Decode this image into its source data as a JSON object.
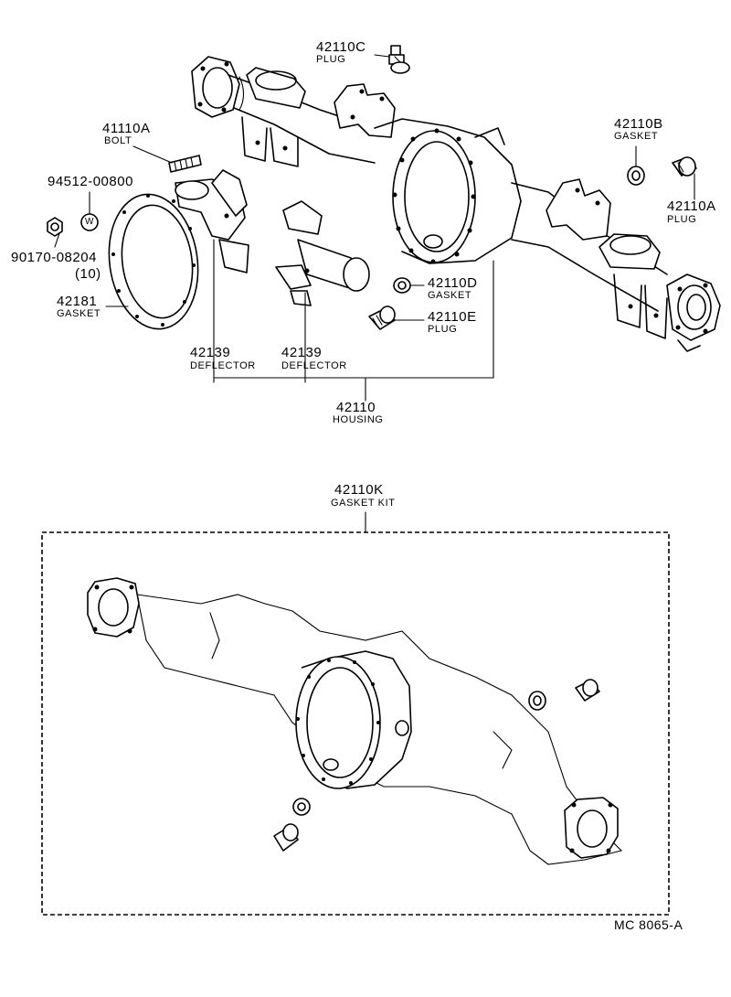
{
  "parts": {
    "p42110C": {
      "number": "42110C",
      "name": "PLUG"
    },
    "p41110A": {
      "number": "41110A",
      "name": "BOLT"
    },
    "p94512": {
      "number": "94512-00800"
    },
    "p90170": {
      "number": "90170-08204",
      "qty": "(10)"
    },
    "p42181": {
      "number": "42181",
      "name": "GASKET"
    },
    "p42139a": {
      "number": "42139",
      "name": "DEFLECTOR"
    },
    "p42139b": {
      "number": "42139",
      "name": "DEFLECTOR"
    },
    "p42110": {
      "number": "42110",
      "name": "HOUSING"
    },
    "p42110B": {
      "number": "42110B",
      "name": "GASKET"
    },
    "p42110A": {
      "number": "42110A",
      "name": "PLUG"
    },
    "p42110D": {
      "number": "42110D",
      "name": "GASKET"
    },
    "p42110E": {
      "number": "42110E",
      "name": "PLUG"
    },
    "p42110K": {
      "number": "42110K",
      "name": "GASKET KIT"
    }
  },
  "washer_mark": "W",
  "reference": "MC  8065-A"
}
